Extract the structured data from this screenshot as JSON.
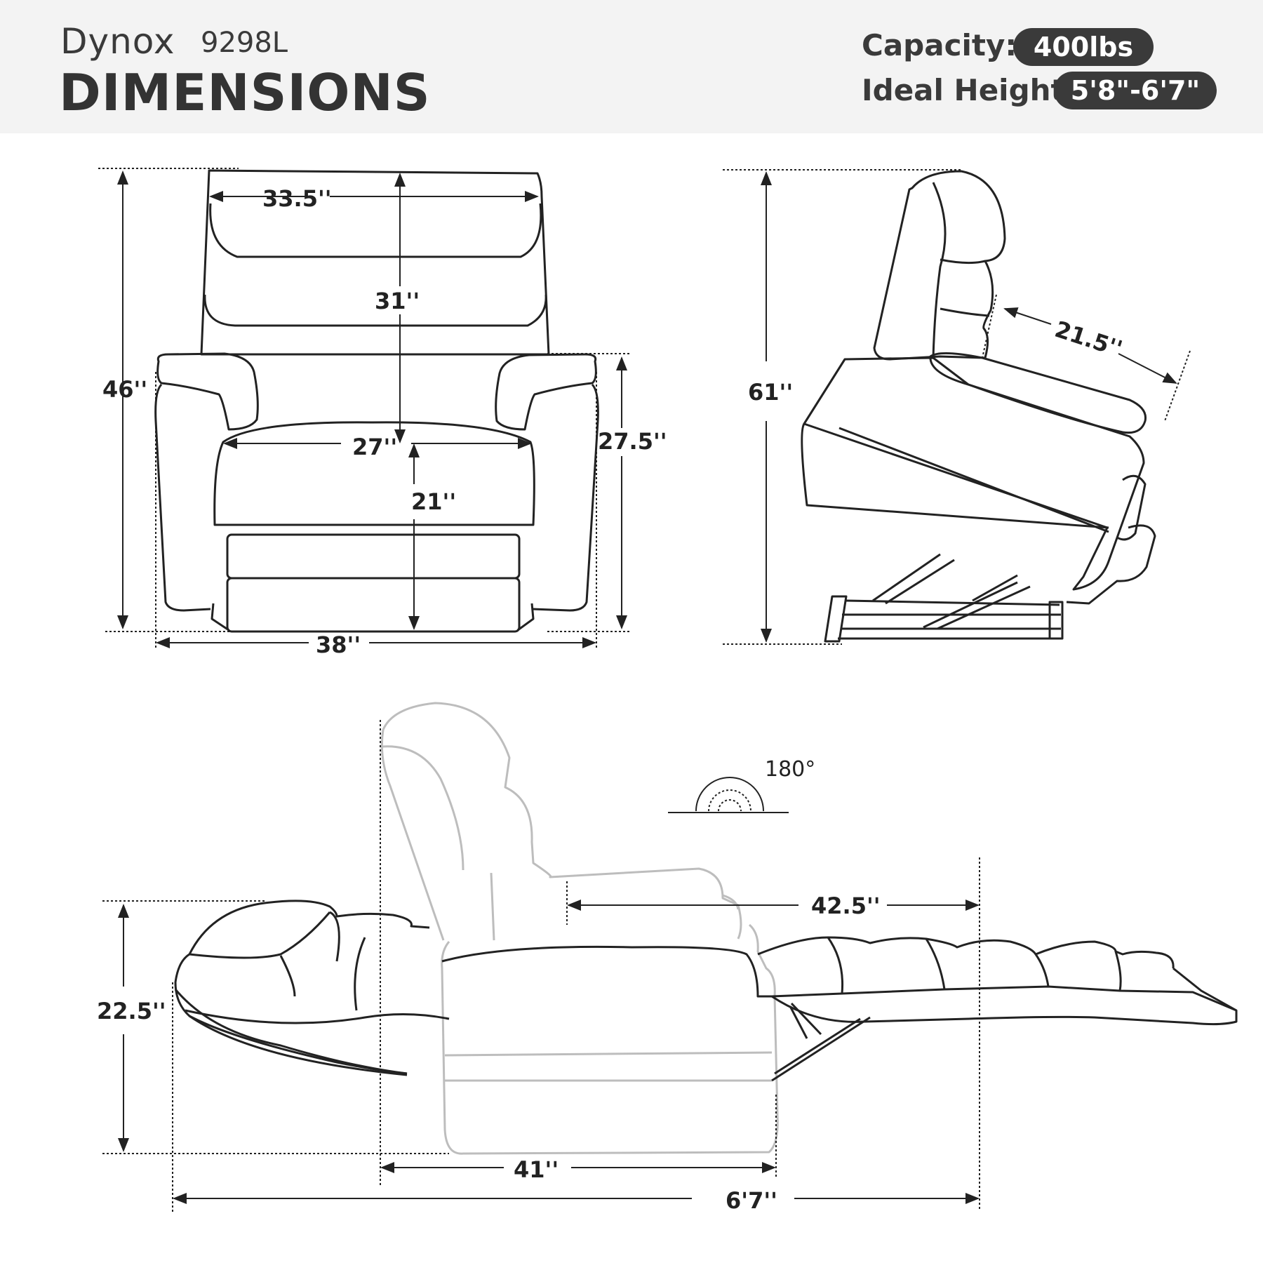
{
  "header": {
    "brand": "Dynox",
    "model": "9298L",
    "title": "DIMENSIONS",
    "capacity_label": "Capacity:",
    "capacity_value": "400lbs",
    "height_label": "Ideal Height:",
    "height_value": "5'8\"-6'7\""
  },
  "front_view": {
    "back_width": "33.5''",
    "back_height": "31''",
    "total_height": "46''",
    "seat_width": "27''",
    "seat_depth": "21''",
    "arm_height": "27.5''",
    "total_width": "38''"
  },
  "side_view": {
    "total_height": "61''",
    "seat_depth": "21.5''"
  },
  "recline_view": {
    "angle": "180°",
    "footrest_extension": "42.5''",
    "reclined_height": "22.5''",
    "depth": "41''",
    "total_length": "6'7''"
  },
  "colors": {
    "line": "#222222",
    "header_bg": "#f3f3f3",
    "pill": "#3a3a3a",
    "gray_outline": "#bdbdbd"
  }
}
